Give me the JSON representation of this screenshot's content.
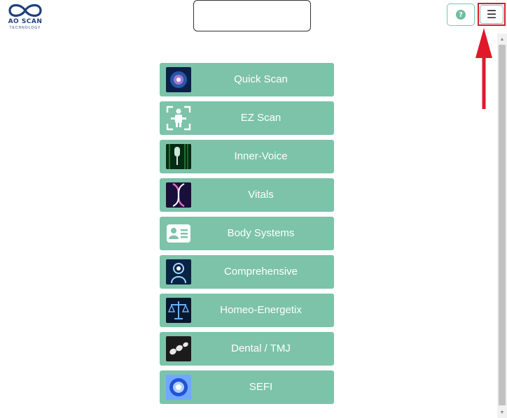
{
  "logo": {
    "text": "AO SCAN",
    "subtext": "TECHNOLOGY"
  },
  "header": {
    "help_icon": "?",
    "menu_icon": "☰"
  },
  "annotation": {
    "color": "#d0202a"
  },
  "colors": {
    "accent": "#7cc3aa",
    "brand": "#1f3f7f"
  },
  "scans": [
    {
      "label": "Quick Scan",
      "icon": "brain-scan-icon"
    },
    {
      "label": "EZ Scan",
      "icon": "body-frame-icon"
    },
    {
      "label": "Inner-Voice",
      "icon": "microphone-icon"
    },
    {
      "label": "Vitals",
      "icon": "dna-icon"
    },
    {
      "label": "Body Systems",
      "icon": "id-card-icon"
    },
    {
      "label": "Comprehensive",
      "icon": "head-glow-icon"
    },
    {
      "label": "Homeo-Energetix",
      "icon": "scales-icon"
    },
    {
      "label": "Dental / TMJ",
      "icon": "teeth-icon"
    },
    {
      "label": "SEFI",
      "icon": "eye-icon"
    }
  ]
}
